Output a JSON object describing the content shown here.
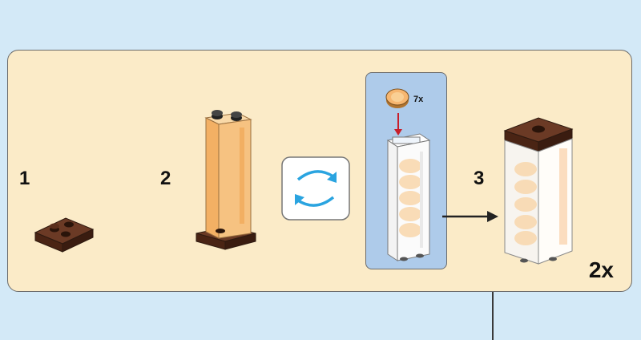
{
  "steps": [
    {
      "number": "1"
    },
    {
      "number": "2"
    },
    {
      "number": "3"
    }
  ],
  "subassembly": {
    "part_quantity": "7x"
  },
  "build_multiplier": "2x",
  "icons": {
    "rotate": "rotate-icon",
    "arrow": "arrow-right-icon"
  },
  "colors": {
    "background": "#d3e9f7",
    "panel": "#fbebc8",
    "callout": "#aecbea",
    "brick_brown": "#5a2e1c",
    "trans_orange": "#f6b670",
    "rotate_arrow": "#2aa4e0"
  }
}
